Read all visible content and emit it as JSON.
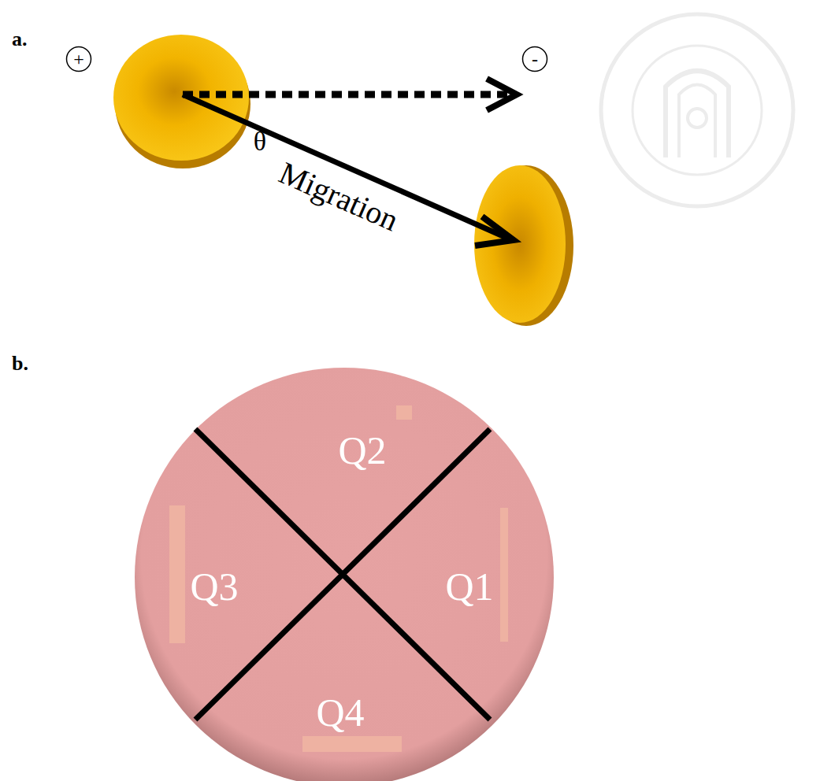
{
  "diagram": {
    "nodes": [
      {
        "text": [
          "+"
        ]
      },
      {
        "text": [
          "-"
        ]
      }
    ],
    "labels": [
      "a.",
      "θ",
      "Migration",
      "b.",
      "Q2",
      "Q3",
      "Q1",
      "Q4"
    ]
  }
}
